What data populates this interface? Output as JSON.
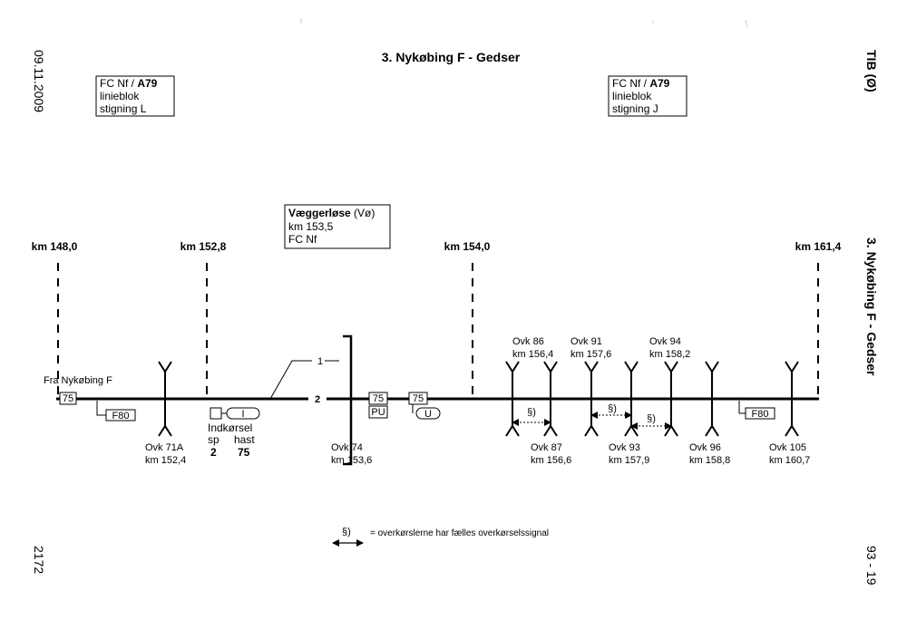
{
  "page": {
    "title": "3. Nykøbing F - Gedser",
    "date": "09.11.2009",
    "doc_id": "2172",
    "header_right": "TIB (Ø)",
    "side_title": "3. Nykøbing F - Gedser",
    "page_number": "93 - 19"
  },
  "info_left": {
    "line1_prefix": "FC Nf / ",
    "line1_bold": "A79",
    "line2": "linieblok",
    "line3": "stigning L"
  },
  "info_right": {
    "line1_prefix": "FC Nf / ",
    "line1_bold": "A79",
    "line2": "linieblok",
    "line3": "stigning J"
  },
  "station": {
    "name": "Væggerløse",
    "code": "(Vø)",
    "km": "km 153,5",
    "controller": "FC Nf"
  },
  "km_markers": [
    "km 148,0",
    "km 152,8",
    "km 154,0",
    "km 161,4"
  ],
  "track": {
    "origin_label": "Fra Nykøbing F",
    "track1": "1",
    "track2": "2",
    "speed_sign_start": "75",
    "speed_sign_mid_a": "75",
    "speed_sign_mid_a_sub": "PU",
    "speed_sign_mid_b": "75",
    "speed_sign_mid_b_tag": "U",
    "brake_left": "F80",
    "brake_right": "F80",
    "entry_tag": "I",
    "entry_caption": "Indkørsel",
    "entry_sp_label": "sp",
    "entry_hast_label": "hast",
    "entry_sp_value": "2",
    "entry_hast_value": "75"
  },
  "crossings": {
    "ovk71a": {
      "name": "Ovk 71A",
      "km": "km 152,4"
    },
    "ovk74": {
      "name": "Ovk 74",
      "km": "km 153,6"
    },
    "ovk86": {
      "name": "Ovk 86",
      "km": "km 156,4"
    },
    "ovk87": {
      "name": "Ovk 87",
      "km": "km 156,6"
    },
    "ovk91": {
      "name": "Ovk 91",
      "km": "km 157,6"
    },
    "ovk93": {
      "name": "Ovk 93",
      "km": "km 157,9"
    },
    "ovk94": {
      "name": "Ovk 94",
      "km": "km 158,2"
    },
    "ovk96": {
      "name": "Ovk 96",
      "km": "km 158,8"
    },
    "ovk105": {
      "name": "Ovk 105",
      "km": "km 160,7"
    }
  },
  "shared_signal_mark": "§)",
  "legend": {
    "symbol": "§)",
    "text": "= overkørslerne har fælles overkørselssignal"
  }
}
